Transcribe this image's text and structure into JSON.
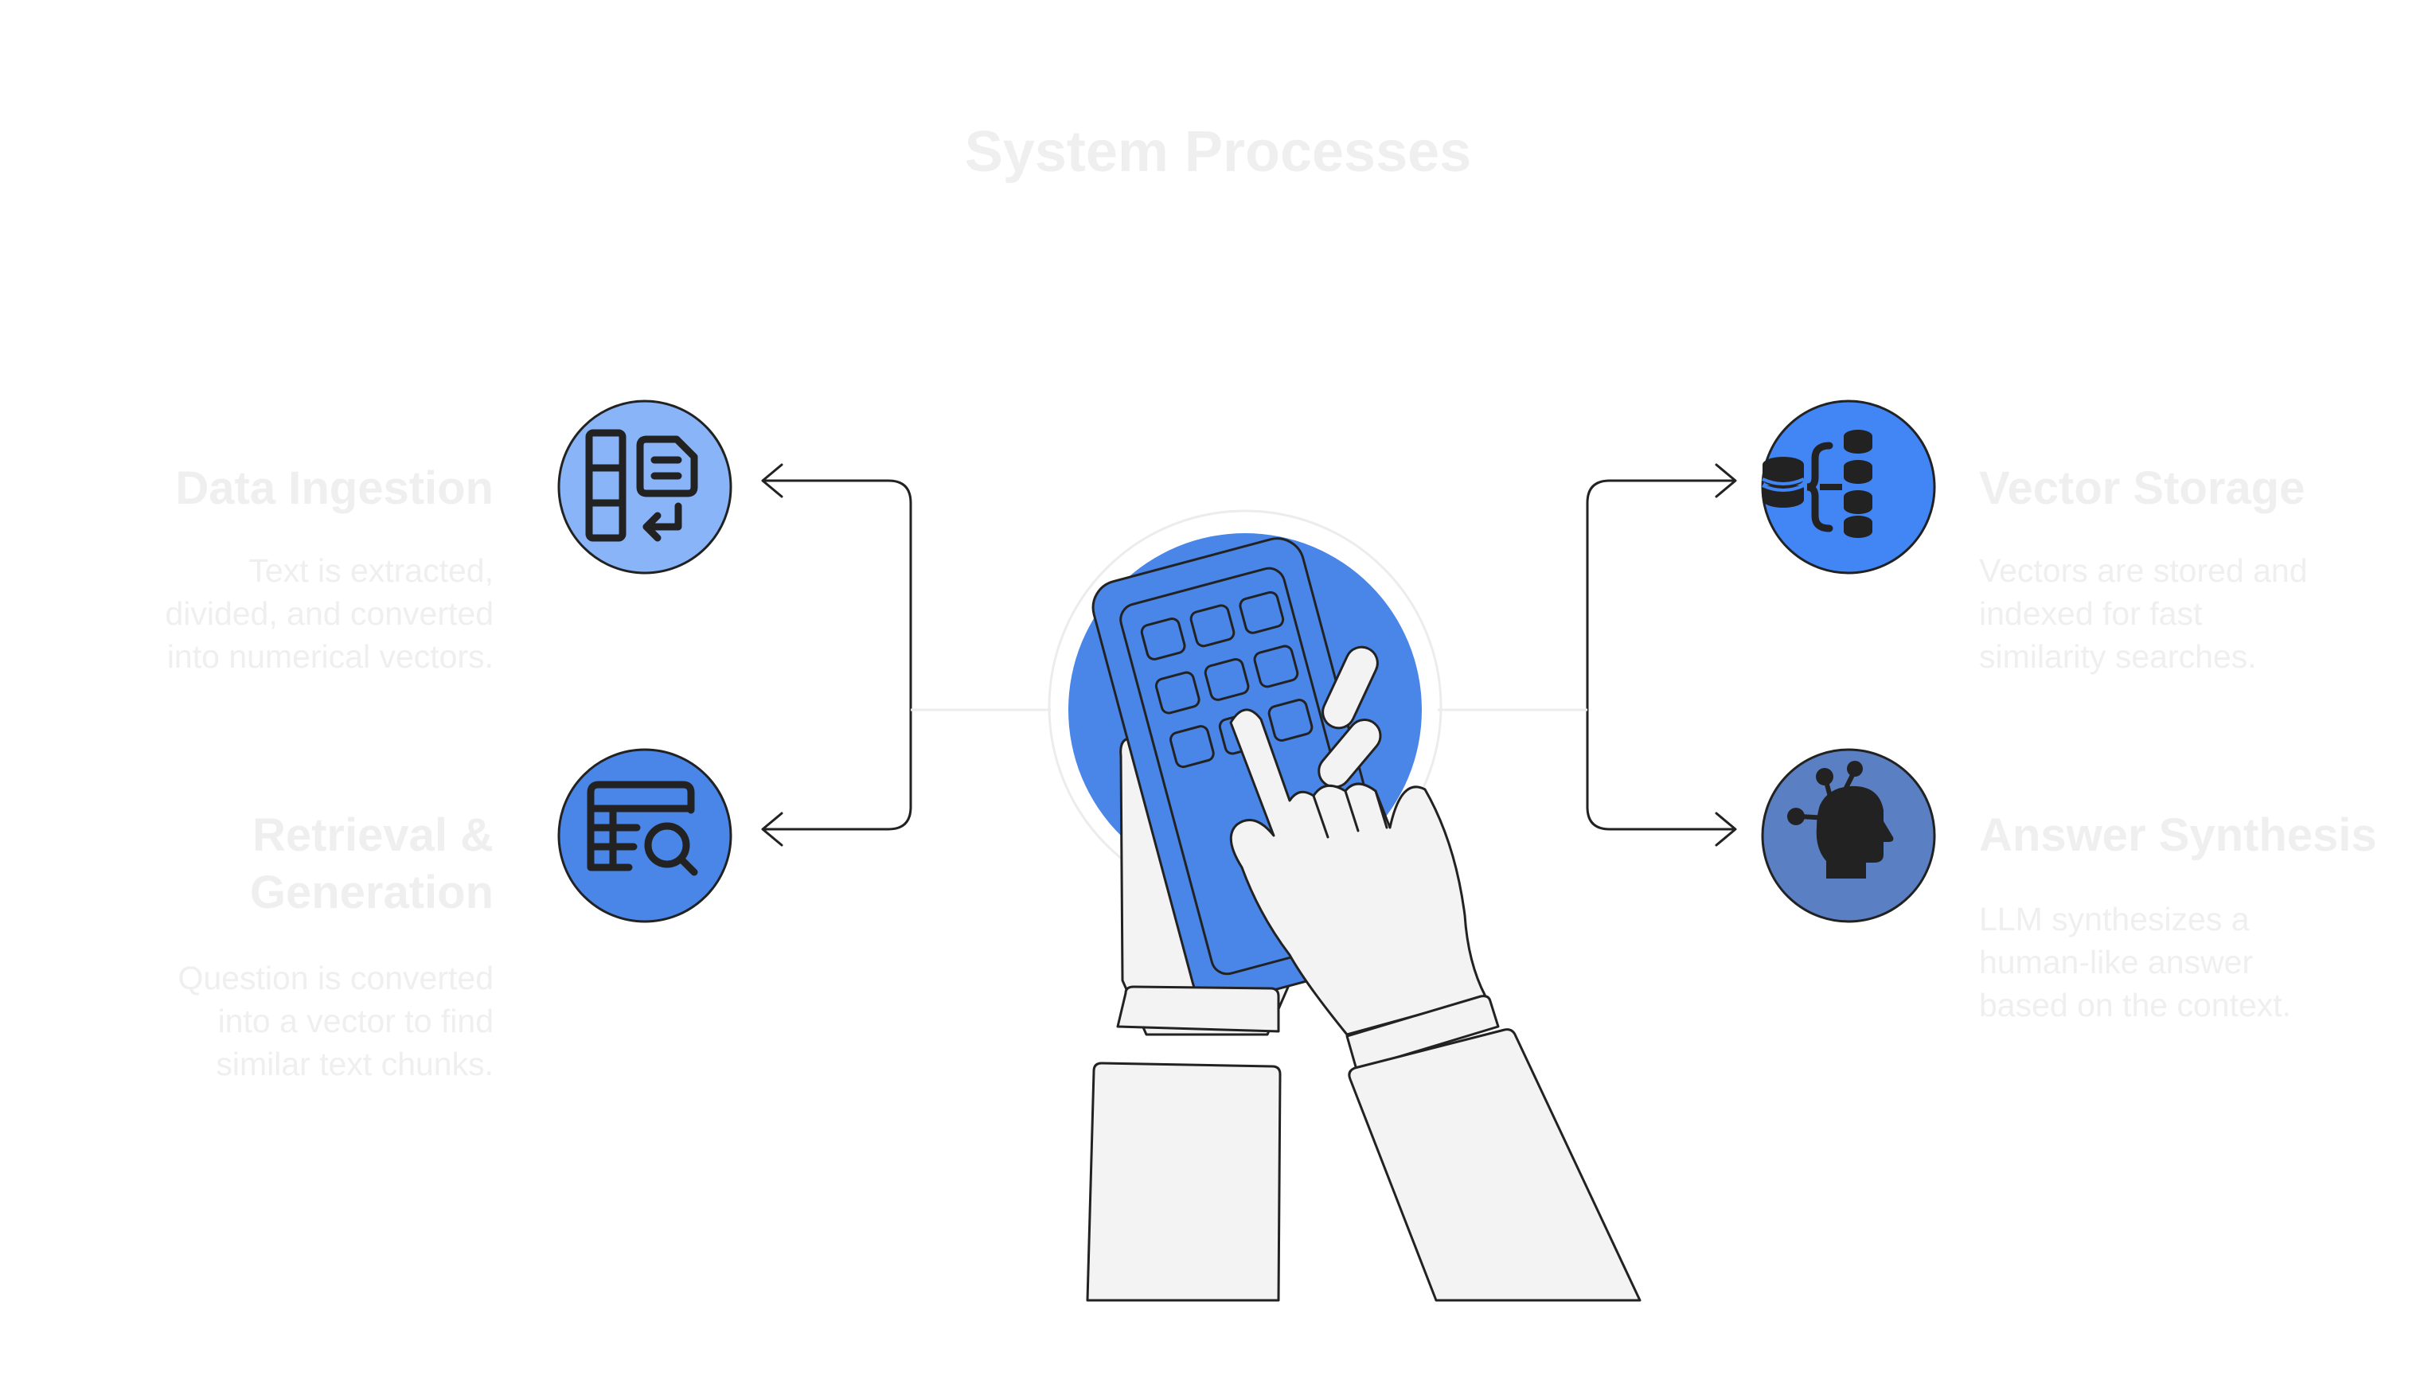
{
  "title": "System Processes",
  "colors": {
    "blue": "#4a86e8",
    "light_blue": "#8ab4f8",
    "bright_blue": "#4285f4",
    "slate_blue": "#5a7fc2",
    "outline": "#222222",
    "text": "#efefef",
    "hand_fill": "#f3f3f3"
  },
  "central_illustration": {
    "icon": "hands-tapping-calculator-icon"
  },
  "nodes": [
    {
      "id": "data-ingestion",
      "heading": "Data Ingestion",
      "description": "Text is extracted,\ndivided, and converted\ninto numerical vectors.",
      "icon": "table-document-import-icon",
      "color": "#8ab4f8"
    },
    {
      "id": "retrieval-generation",
      "heading": "Retrieval &\nGeneration",
      "description": "Question is converted\ninto a vector to find\nsimilar text chunks.",
      "icon": "table-search-icon",
      "color": "#4a86e8"
    },
    {
      "id": "vector-storage",
      "heading": "Vector Storage",
      "description": "Vectors are stored and\nindexed for fast\nsimilarity searches.",
      "icon": "database-stack-icon",
      "color": "#4285f4"
    },
    {
      "id": "answer-synthesis",
      "heading": "Answer Synthesis",
      "description": "LLM synthesizes a\nhuman-like answer\nbased on the context.",
      "icon": "ai-head-network-icon",
      "color": "#5a7fc2"
    }
  ]
}
